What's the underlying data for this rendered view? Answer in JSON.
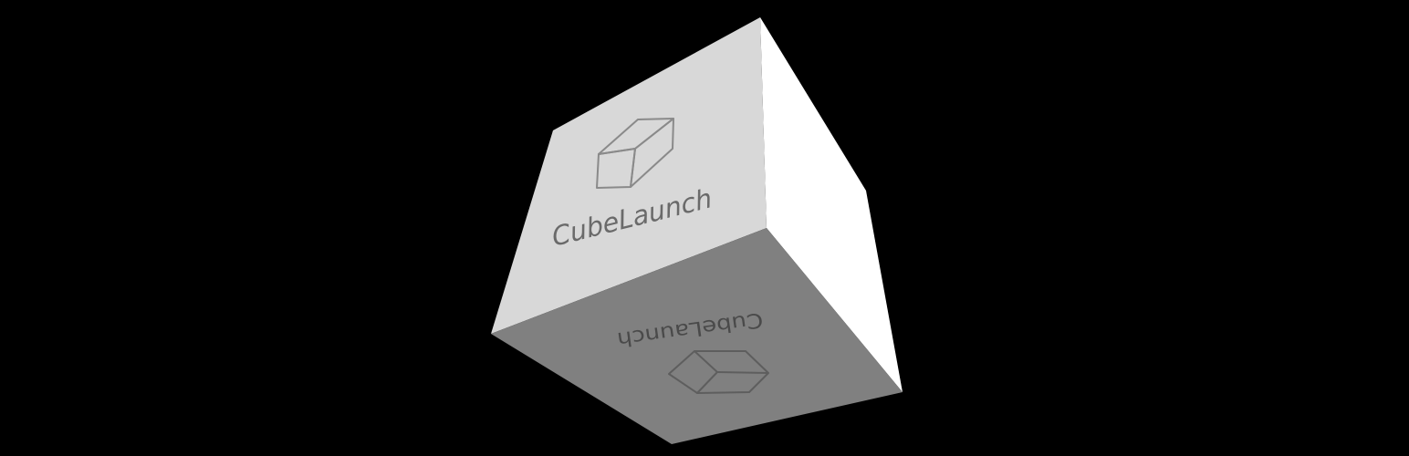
{
  "scene": {
    "background_color": "#000000",
    "object": "3d-cube",
    "faces": {
      "front": {
        "color": "#d8d8d8",
        "brand_text": "CubeLaunch",
        "icon": "cube-outline-icon",
        "text_color": "#6a6a6a",
        "icon_stroke_color": "#8a8a8a"
      },
      "right": {
        "color": "#ffffff"
      },
      "bottom": {
        "color": "#808080",
        "brand_text": "CubeLaunch",
        "icon": "cube-outline-icon",
        "text_color": "#4a4a4a",
        "icon_stroke_color": "#5e5e5e",
        "orientation": "upside-down"
      }
    }
  }
}
